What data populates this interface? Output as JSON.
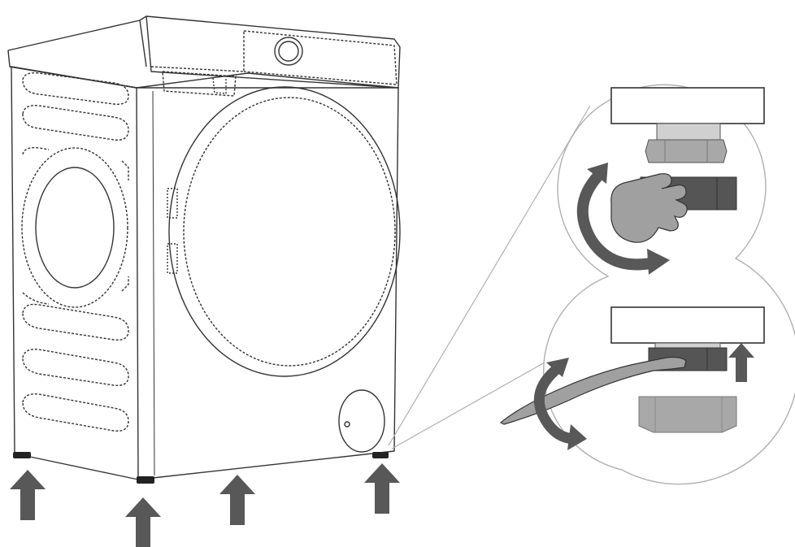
{
  "diagram": {
    "type": "installation-illustration",
    "subject": "washing-machine-leveling-feet",
    "colors": {
      "background": "#ffffff",
      "line": "#333333",
      "faint_line": "#b0b0b0",
      "arrow": "#585858",
      "part_dark": "#555555",
      "part_light": "#a8a8a8",
      "hand": "#a0a0a0"
    },
    "icons": [
      "washing-machine",
      "leveling-foot",
      "rotate-arrow",
      "up-arrow",
      "hand",
      "wrench"
    ]
  }
}
